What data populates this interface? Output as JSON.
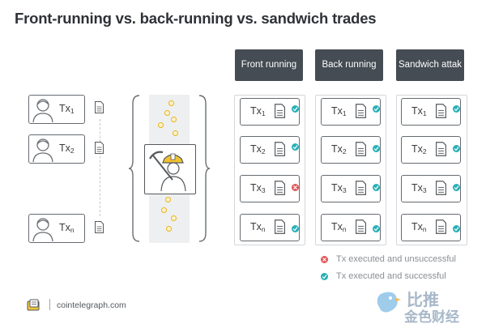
{
  "title": "Front-running vs. back-running vs. sandwich trades",
  "left_queue": {
    "items": [
      {
        "label": "Tx",
        "sub": "1"
      },
      {
        "label": "Tx",
        "sub": "2"
      },
      {
        "label": "Tx",
        "sub": "n"
      }
    ]
  },
  "columns": [
    {
      "header": "Front running",
      "items": [
        {
          "label": "Tx",
          "sub": "1",
          "status": "success"
        },
        {
          "label": "Tx",
          "sub": "2",
          "status": "success"
        },
        {
          "label": "Tx",
          "sub": "3",
          "status": "fail"
        },
        {
          "label": "Tx",
          "sub": "n",
          "status": "success"
        }
      ]
    },
    {
      "header": "Back running",
      "items": [
        {
          "label": "Tx",
          "sub": "1",
          "status": "success"
        },
        {
          "label": "Tx",
          "sub": "2",
          "status": "success"
        },
        {
          "label": "Tx",
          "sub": "3",
          "status": "success"
        },
        {
          "label": "Tx",
          "sub": "n",
          "status": "success"
        }
      ]
    },
    {
      "header": "Sandwich attak",
      "items": [
        {
          "label": "Tx",
          "sub": "1",
          "status": "success"
        },
        {
          "label": "Tx",
          "sub": "2",
          "status": "success"
        },
        {
          "label": "Tx",
          "sub": "3",
          "status": "success"
        },
        {
          "label": "Tx",
          "sub": "n",
          "status": "success"
        }
      ]
    }
  ],
  "legend": {
    "fail": "Tx executed and unsuccessful",
    "success": "Tx executed and successful"
  },
  "footer": {
    "source": "cointelegraph.com",
    "watermark_top": "比推",
    "watermark_bottom": "金色财经"
  },
  "colors": {
    "header_bg": "#454c53",
    "success": "#26b0b8",
    "fail": "#e05656",
    "coin": "#e8b422"
  }
}
